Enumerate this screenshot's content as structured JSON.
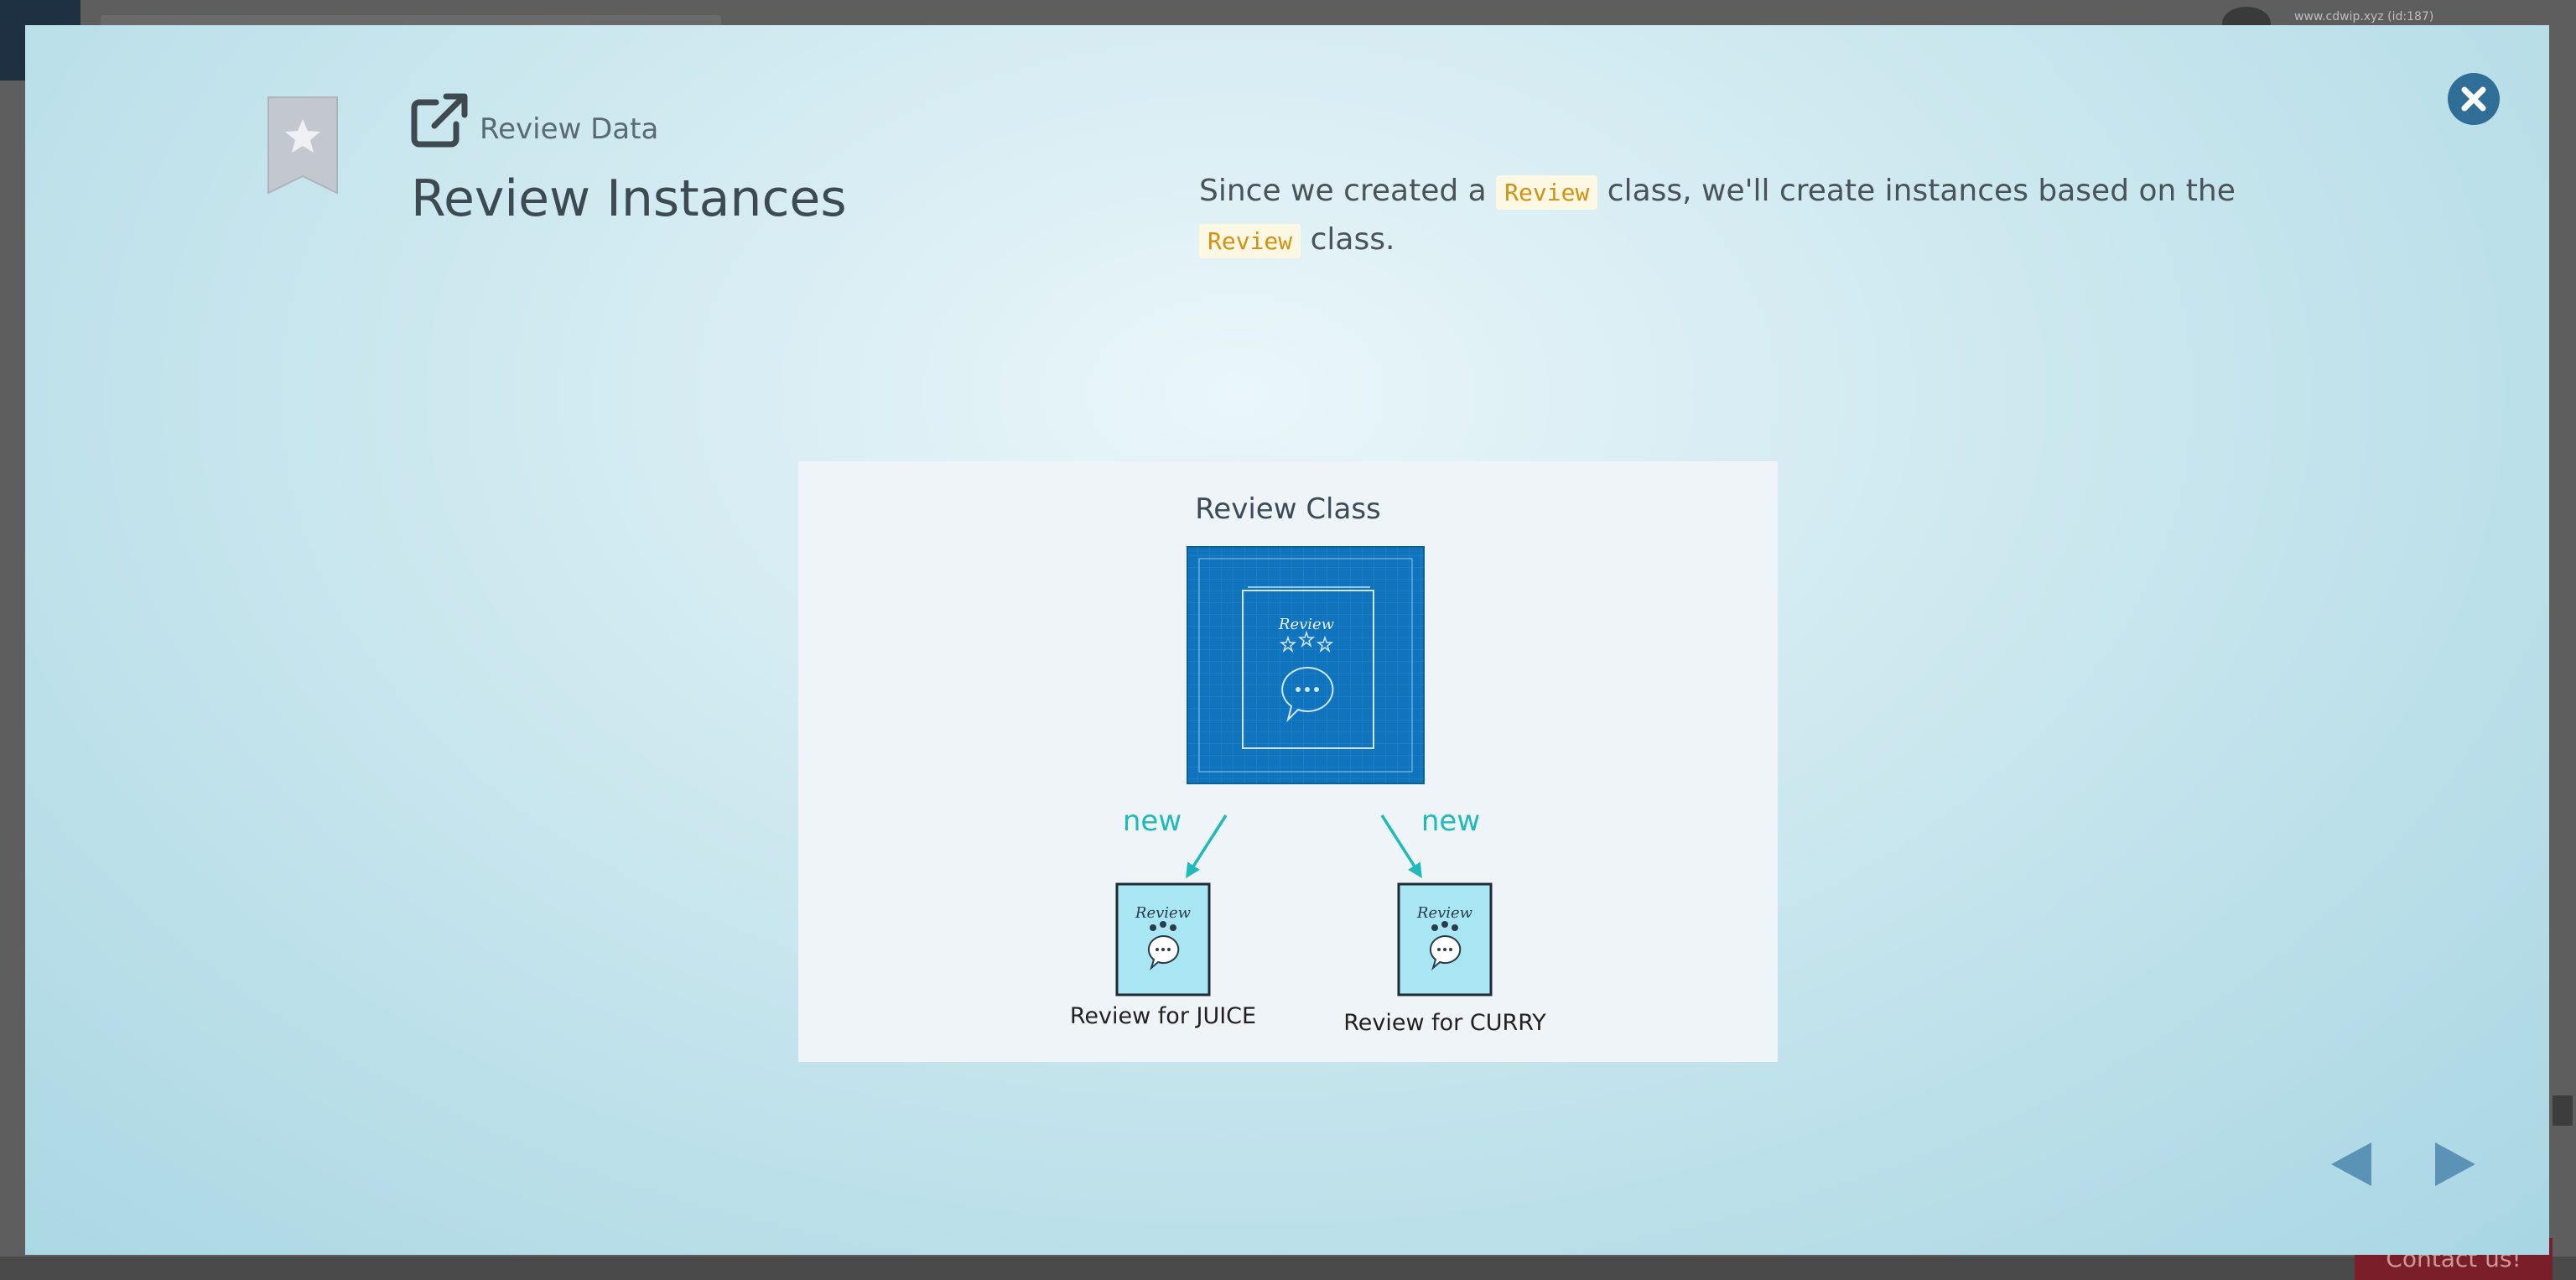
{
  "background": {
    "user_text": "www.cdwip.xyz (id:187)",
    "contact_label": "Contact us!"
  },
  "modal": {
    "breadcrumb": "Review Data",
    "title": "Review Instances",
    "description": {
      "part1": "Since we created a ",
      "code1": "Review",
      "part2": " class, we'll create instances based on the ",
      "code2": "Review",
      "part3": " class."
    }
  },
  "figure": {
    "title": "Review Class",
    "blueprint_card_title": "Review",
    "arrow_left_label": "new",
    "arrow_right_label": "new",
    "instances": [
      {
        "card_title": "Review",
        "caption": "Review for JUICE"
      },
      {
        "card_title": "Review",
        "caption": "Review for CURRY"
      }
    ]
  },
  "icons": {
    "bookmark": "bookmark-star-icon",
    "external_link": "external-link-icon",
    "close": "close-icon",
    "prev": "arrow-left-icon",
    "next": "arrow-right-icon"
  },
  "colors": {
    "accent": "#2f6e96",
    "code_text": "#d39112",
    "arrow": "#1fbabb",
    "blueprint": "#0f74bd"
  }
}
